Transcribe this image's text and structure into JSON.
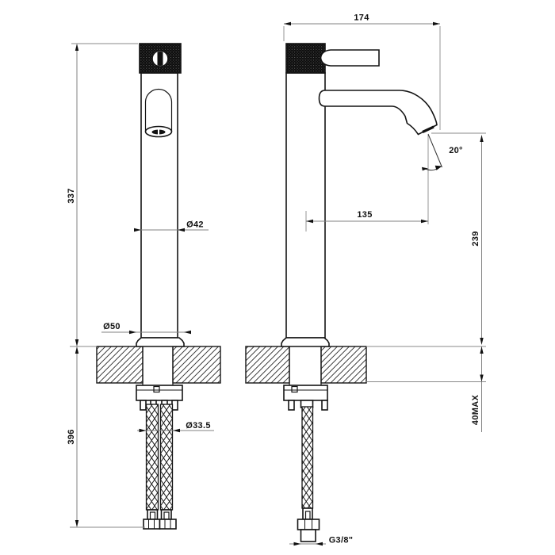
{
  "colors": {
    "background": "#ffffff",
    "object_line": "#141414",
    "dimension_line": "#808080",
    "text": "#111111"
  },
  "dimensions": {
    "height_above_deck": "337",
    "length_below_deck": "396",
    "body_diameter": "Ø42",
    "base_diameter": "Ø50",
    "hole_diameter": "Ø33.5",
    "overall_depth": "174",
    "spout_reach": "135",
    "spout_outlet_height": "239",
    "spout_angle": "20°",
    "max_deck_thickness": "40MAX",
    "supply_thread": "G3/8\""
  }
}
